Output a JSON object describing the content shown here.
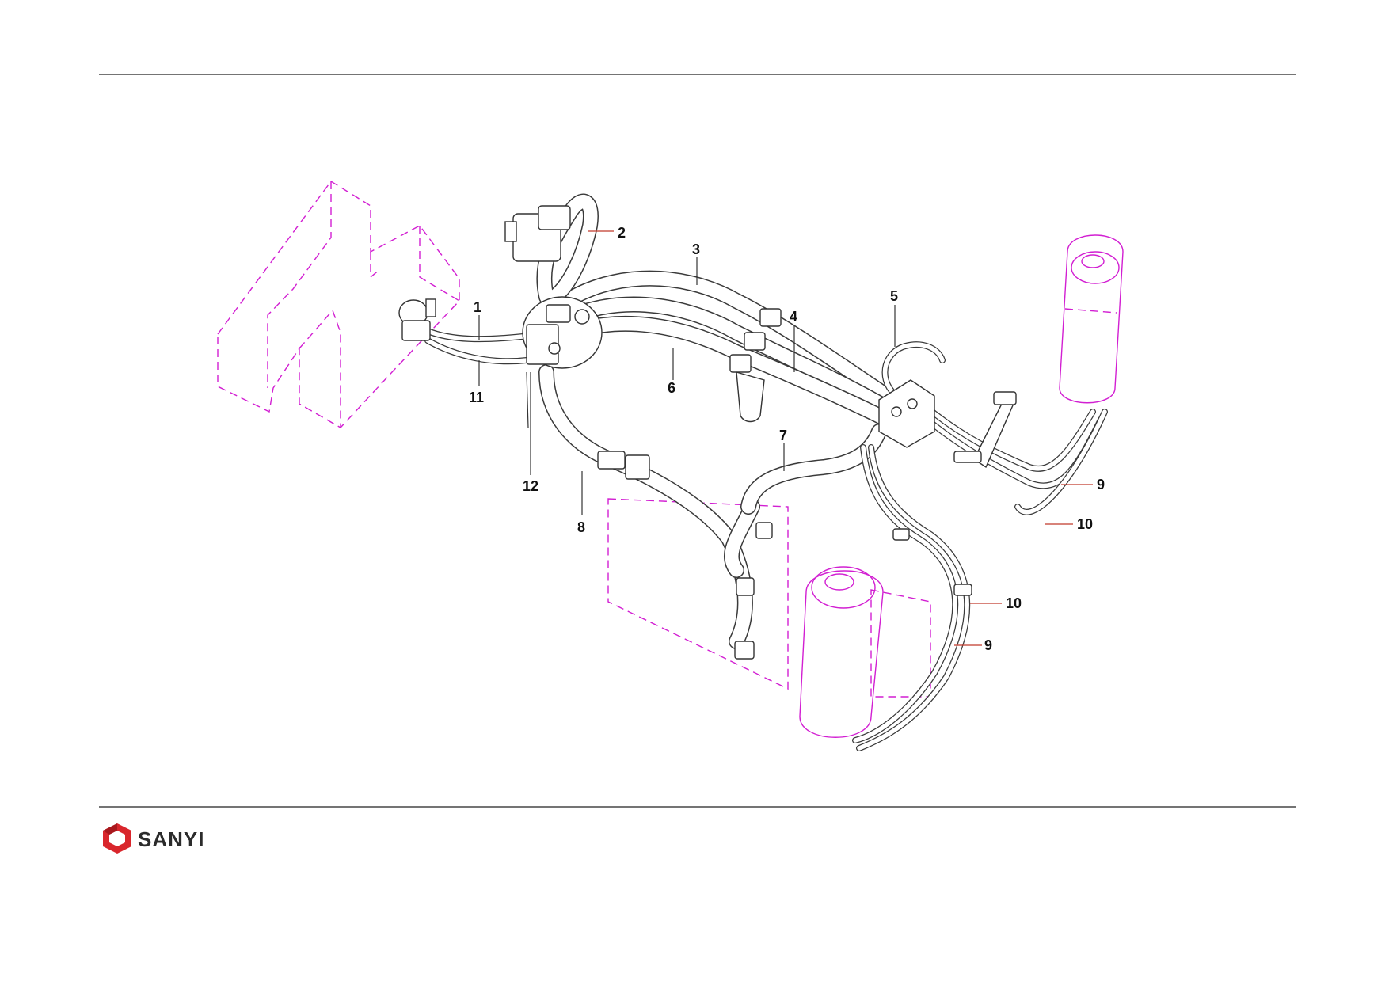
{
  "callouts": [
    {
      "id": "1",
      "label": "1"
    },
    {
      "id": "2",
      "label": "2"
    },
    {
      "id": "3",
      "label": "3"
    },
    {
      "id": "4",
      "label": "4"
    },
    {
      "id": "5",
      "label": "5"
    },
    {
      "id": "6",
      "label": "6"
    },
    {
      "id": "7",
      "label": "7"
    },
    {
      "id": "8",
      "label": "8"
    },
    {
      "id": "9a",
      "label": "9"
    },
    {
      "id": "10a",
      "label": "10"
    },
    {
      "id": "10b",
      "label": "10"
    },
    {
      "id": "9b",
      "label": "9"
    },
    {
      "id": "11",
      "label": "11"
    },
    {
      "id": "12",
      "label": "12"
    }
  ],
  "brand": {
    "name": "SANYI",
    "colors": {
      "primary": "#d9262c",
      "text": "#2b2b2b",
      "ghost": "#d21fd2"
    }
  }
}
